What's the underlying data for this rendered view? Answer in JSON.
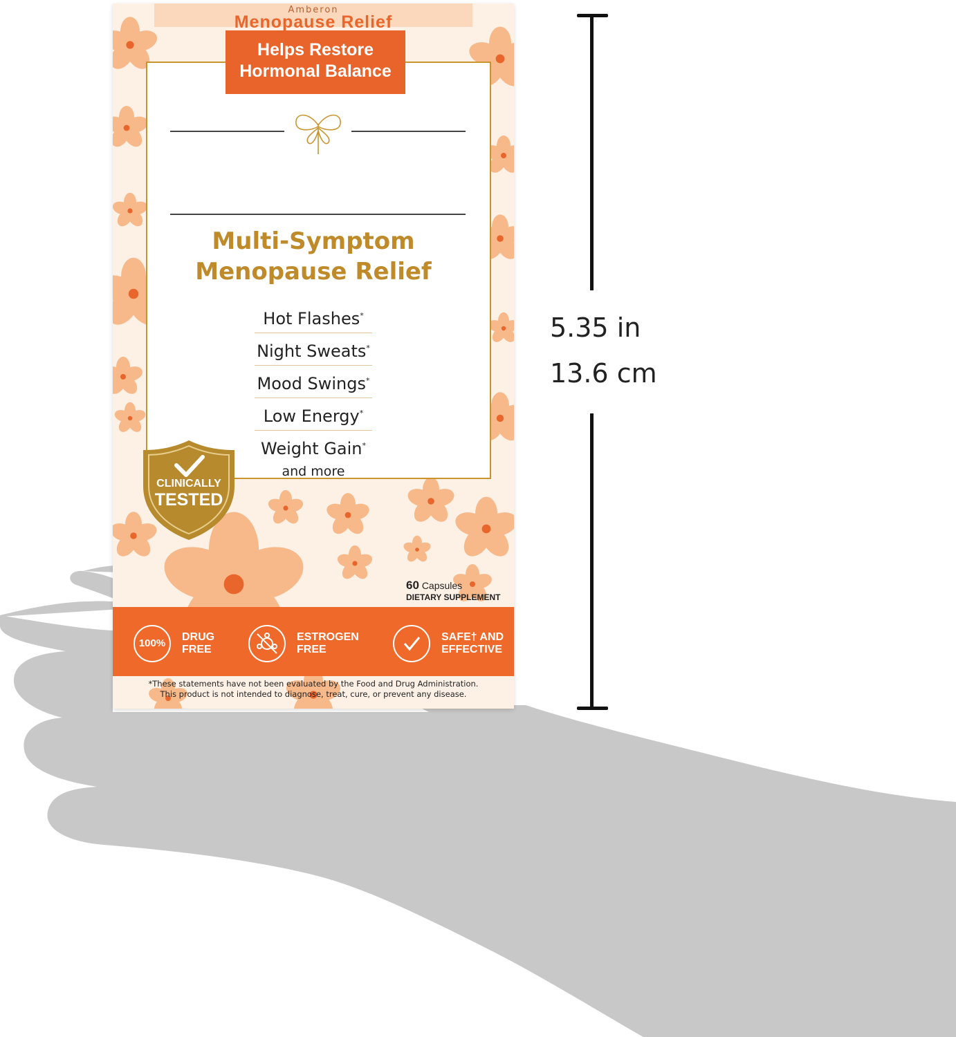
{
  "product": {
    "brand": "Amberon",
    "top_title": "Menopause Relief",
    "banner_line1": "Helps Restore",
    "banner_line2": "Hormonal Balance",
    "title_line1": "Multi-Symptom",
    "title_line2": "Menopause Relief",
    "symptoms": [
      "Hot Flashes",
      "Night Sweats",
      "Mood Swings",
      "Low Energy",
      "Weight Gain"
    ],
    "asterisk": "*",
    "and_more": "and more",
    "badge_line1": "CLINICALLY",
    "badge_line2": "TESTED",
    "capsule_count": "60",
    "capsule_word": "Capsules",
    "supplement": "DIETARY SUPPLEMENT",
    "features": [
      {
        "badge": "100%",
        "line1": "DRUG",
        "line2": "FREE"
      },
      {
        "badge": "",
        "line1": "ESTROGEN",
        "line2": "FREE"
      },
      {
        "badge": "",
        "line1": "SAFE† AND",
        "line2": "EFFECTIVE"
      }
    ],
    "disclaimer_line1": "*These statements have not been evaluated by the Food and Drug Administration.",
    "disclaimer_line2": "This product is not intended to diagnose, treat, cure, or prevent any disease."
  },
  "measurement": {
    "inches": "5.35 in",
    "centimeters": "13.6 cm"
  },
  "colors": {
    "orange": "#ef6a2a",
    "gold": "#bf8a29",
    "hand": "#c8c8c8",
    "petal": "#f7b98a"
  },
  "icons": [
    "hand-silhouette",
    "dragonfly-icon",
    "shield-check-icon",
    "no-hormone-icon",
    "checkmark-icon",
    "flower-icon"
  ]
}
